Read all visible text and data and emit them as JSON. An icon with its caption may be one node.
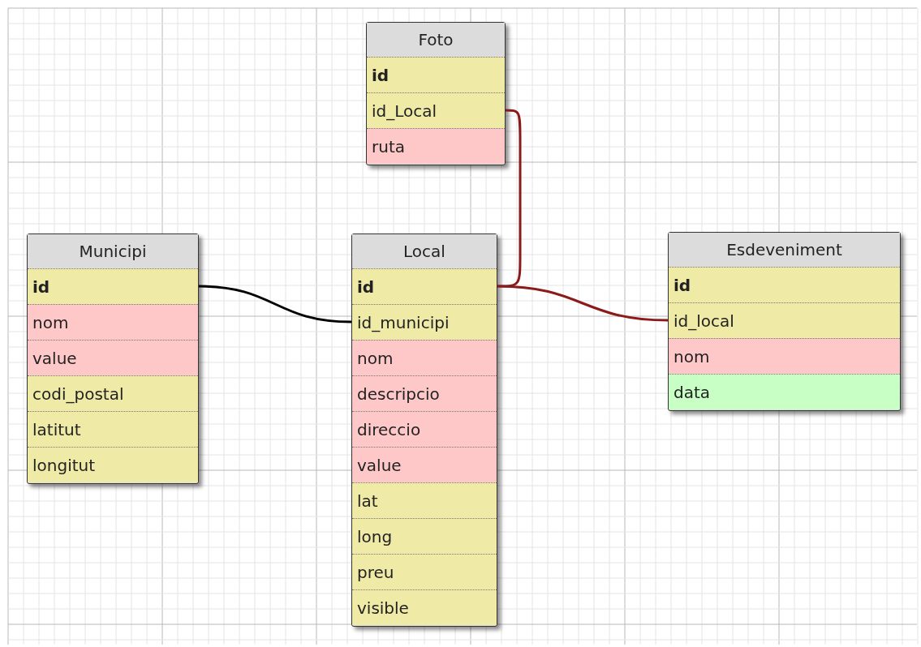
{
  "diagram": {
    "nodes": [
      {
        "text": [
          "Foto"
        ]
      },
      {
        "text": [
          "id"
        ],
        "in": 0
      },
      {
        "text": [
          "id_Local"
        ],
        "in": 0
      },
      {
        "text": [
          "ruta"
        ],
        "in": 0
      },
      {
        "text": [
          "Municipi"
        ]
      },
      {
        "text": [
          "id"
        ],
        "in": 4
      },
      {
        "text": [
          "nom"
        ],
        "in": 4
      },
      {
        "text": [
          "value"
        ],
        "in": 4
      },
      {
        "text": [
          "codi_postal"
        ],
        "in": 4
      },
      {
        "text": [
          "latitut"
        ],
        "in": 4
      },
      {
        "text": [
          "longitut"
        ],
        "in": 4
      },
      {
        "text": [
          "Local"
        ]
      },
      {
        "text": [
          "id"
        ],
        "in": 11
      },
      {
        "text": [
          "id_municipi"
        ],
        "in": 11
      },
      {
        "text": [
          "nom"
        ],
        "in": 11
      },
      {
        "text": [
          "descripcio"
        ],
        "in": 11
      },
      {
        "text": [
          "direccio"
        ],
        "in": 11
      },
      {
        "text": [
          "value"
        ],
        "in": 11
      },
      {
        "text": [
          "lat"
        ],
        "in": 11
      },
      {
        "text": [
          "long"
        ],
        "in": 11
      },
      {
        "text": [
          "preu"
        ],
        "in": 11
      },
      {
        "text": [
          "visible"
        ],
        "in": 11
      },
      {
        "text": [
          "Esdeveniment"
        ]
      },
      {
        "text": [
          "id"
        ],
        "in": 22
      },
      {
        "text": [
          "id_local"
        ],
        "in": 22
      },
      {
        "text": [
          "nom"
        ],
        "in": 22
      },
      {
        "text": [
          "data"
        ],
        "in": 22
      }
    ],
    "edges": [
      {
        "from": 5,
        "to": 13,
        "arrow": "none",
        "color": "#000000"
      },
      {
        "from": 2,
        "to": 12,
        "arrow": "none"
      },
      {
        "from": 24,
        "to": 12,
        "arrow": "none"
      }
    ]
  }
}
